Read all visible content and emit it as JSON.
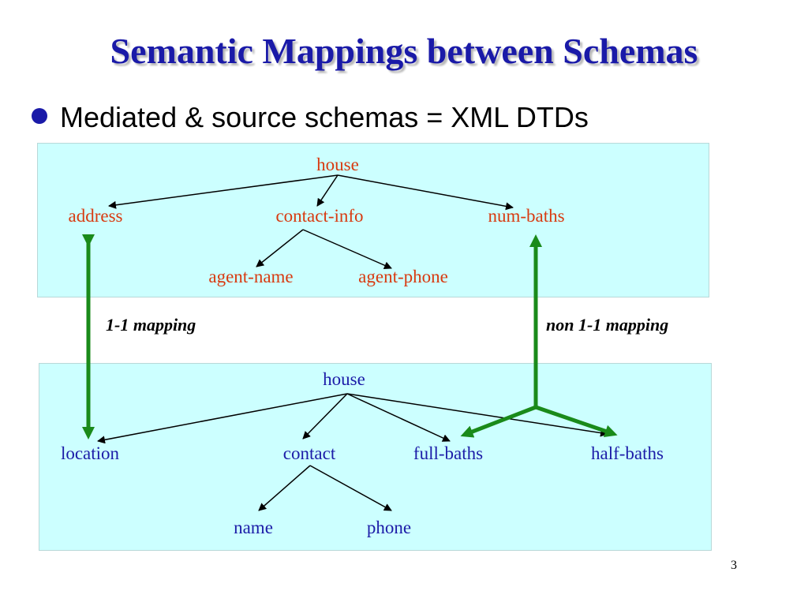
{
  "title": "Semantic Mappings between Schemas",
  "bullet": "Mediated & source schemas = XML DTDs",
  "mediated_schema": {
    "root": "house",
    "children": [
      "address",
      "contact-info",
      "num-baths"
    ],
    "contact_children": [
      "agent-name",
      "agent-phone"
    ]
  },
  "source_schema": {
    "root": "house",
    "children": [
      "location",
      "contact",
      "full-baths",
      "half-baths"
    ],
    "contact_children": [
      "name",
      "phone"
    ]
  },
  "mappings": {
    "one_to_one": "1-1 mapping",
    "non_one_to_one": "non 1-1 mapping"
  },
  "page_number": "3",
  "colors": {
    "title": "#1a1aa8",
    "mediated_text": "#d83a10",
    "source_text": "#1c1ca8",
    "panel_fill": "#ccffff",
    "mapping_arrow": "#1a8a1a"
  }
}
